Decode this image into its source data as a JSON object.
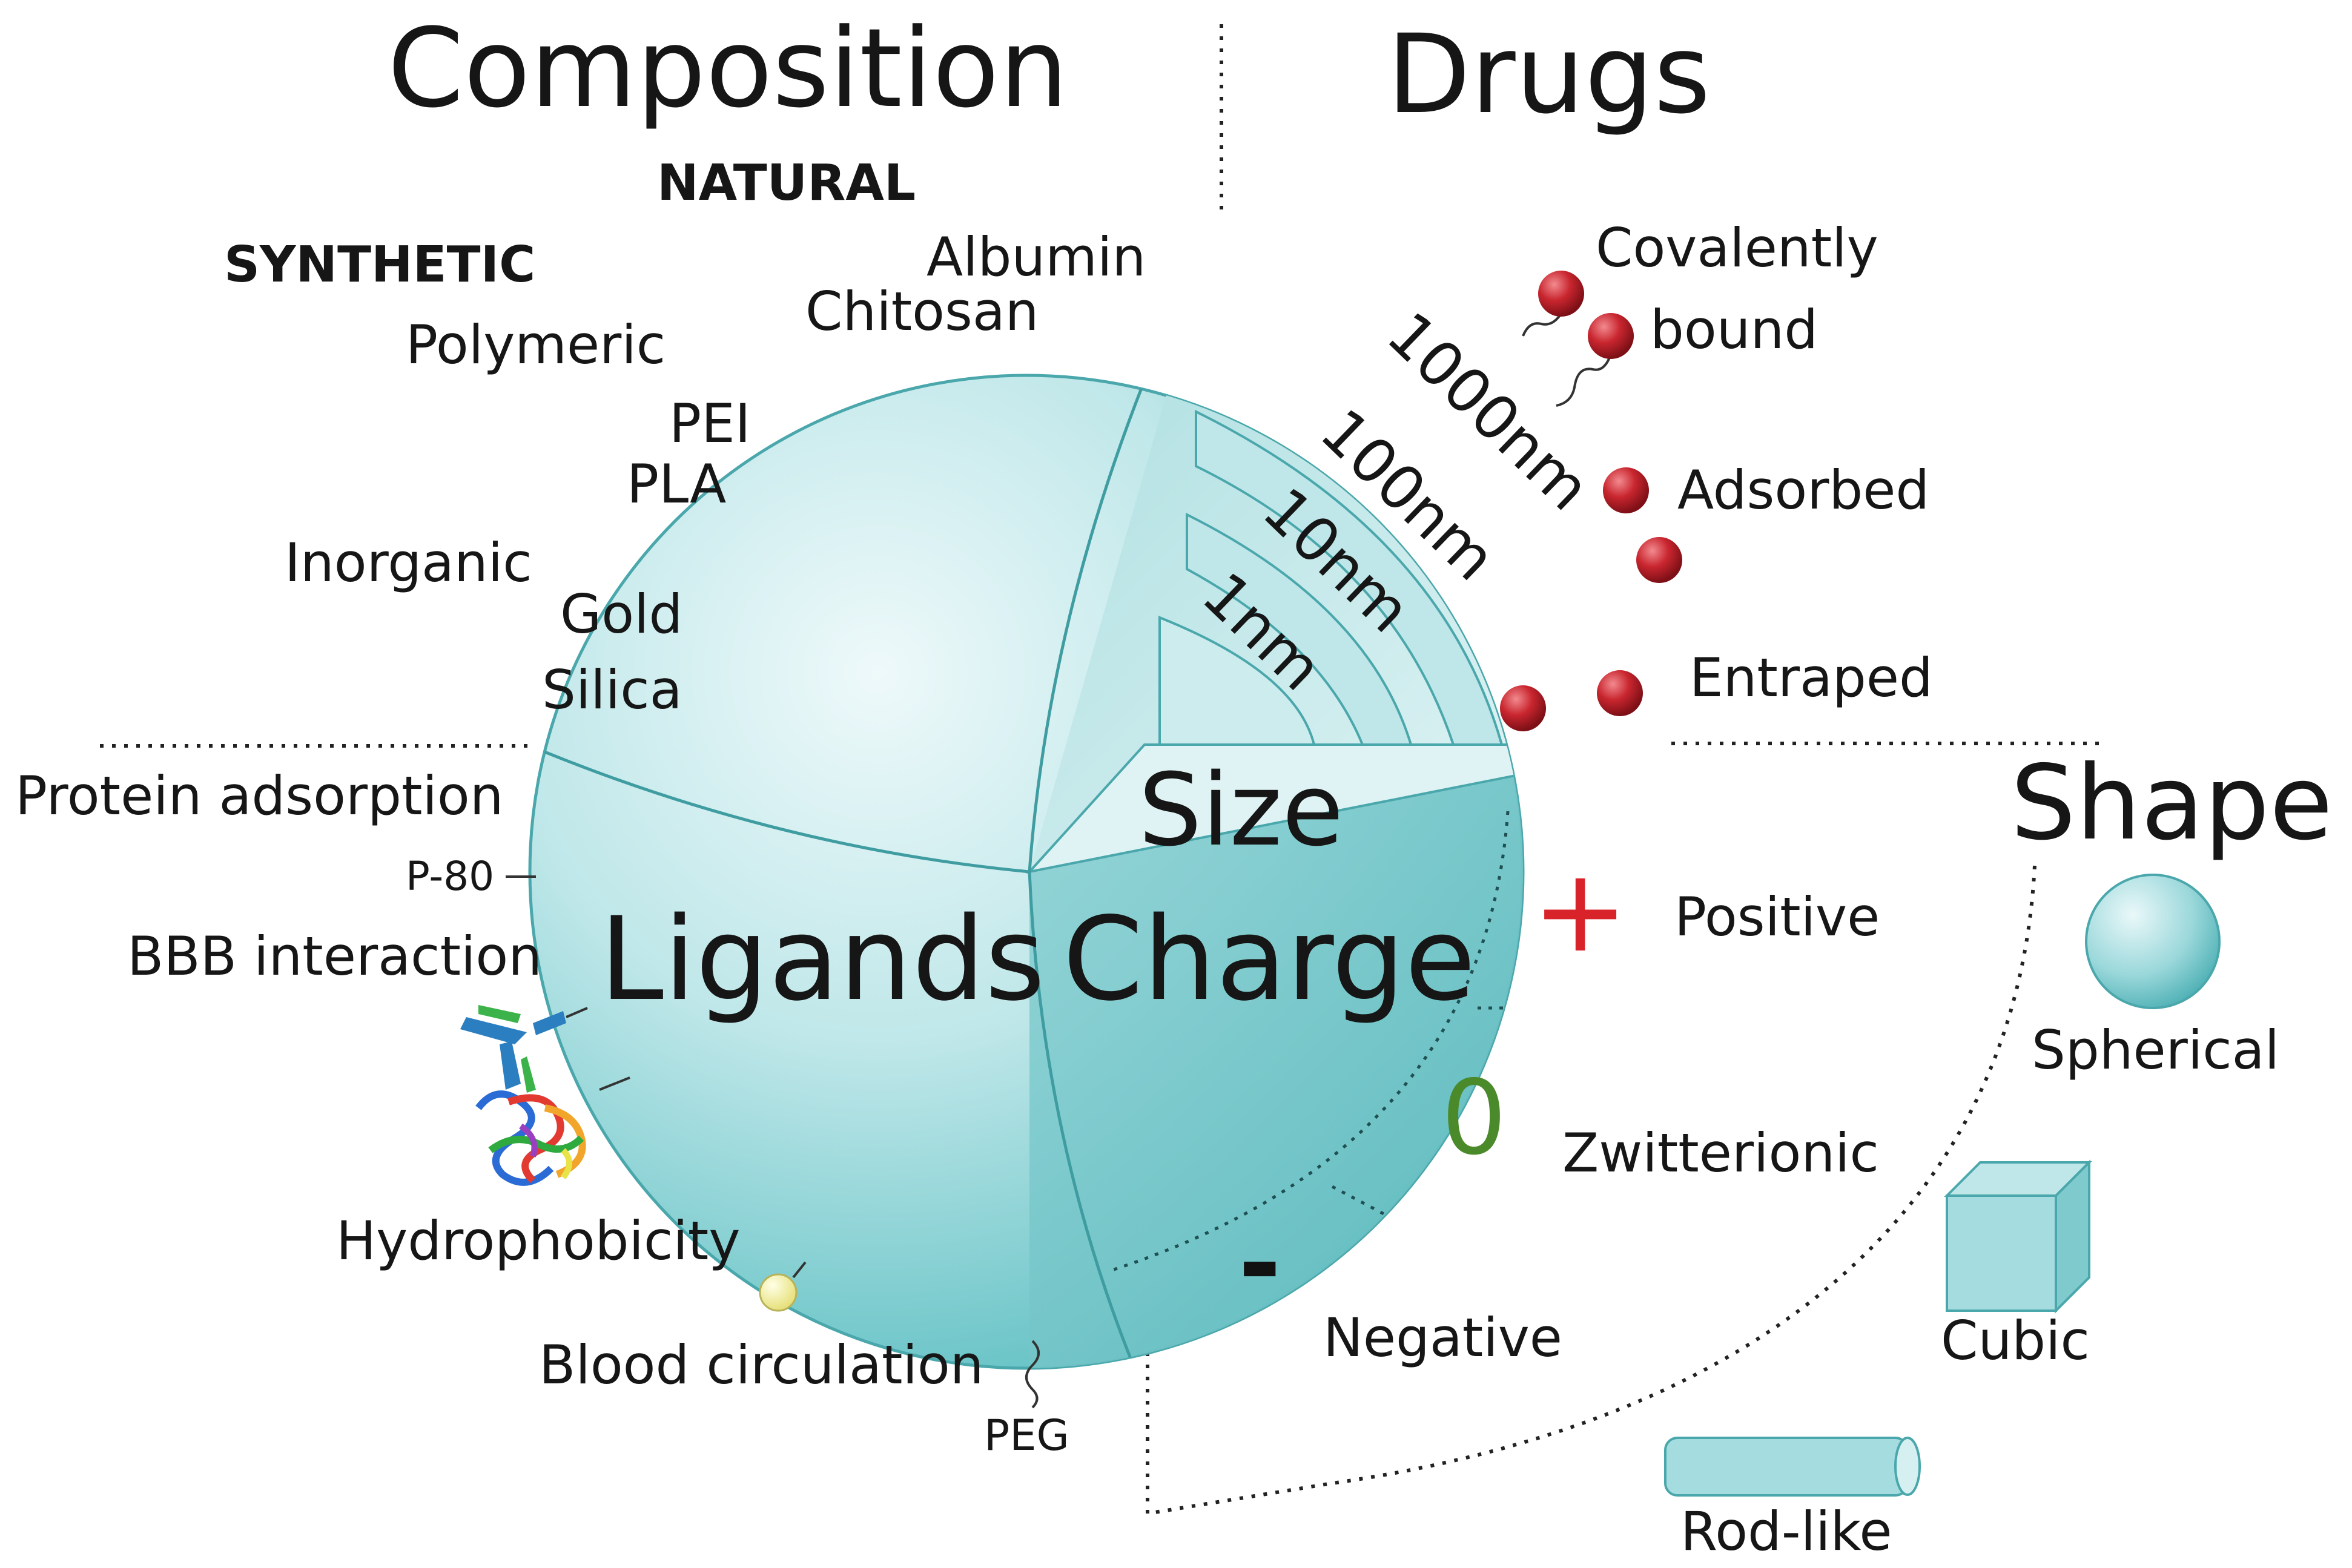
{
  "sections": {
    "composition": "Composition",
    "drugs": "Drugs",
    "size": "Size",
    "shape": "Shape",
    "ligands": "Ligands",
    "charge": "Charge"
  },
  "composition": {
    "natural": "NATURAL",
    "synthetic": "SYNTHETIC",
    "albumin": "Albumin",
    "chitosan": "Chitosan",
    "polymeric": "Polymeric",
    "pei": "PEI",
    "pla": "PLA",
    "inorganic": "Inorganic",
    "gold": "Gold",
    "silica": "Silica"
  },
  "drugs": {
    "covalently": "Covalently",
    "bound": "bound",
    "adsorbed": "Adsorbed",
    "entraped": "Entraped"
  },
  "size": {
    "s1000": "1000nm",
    "s100": "100nm",
    "s10": "10nm",
    "s1": "1nm"
  },
  "ligands": {
    "protein_adsorption": "Protein adsorption",
    "p80": "P-80",
    "bbb": "BBB interaction",
    "hydrophobicity": "Hydrophobicity",
    "blood_circulation": "Blood circulation",
    "peg": "PEG"
  },
  "charge": {
    "plus": "+",
    "zero": "0",
    "minus": "-",
    "positive": "Positive",
    "zwitterionic": "Zwitterionic",
    "negative": "Negative"
  },
  "shape": {
    "spherical": "Spherical",
    "cubic": "Cubic",
    "rod": "Rod-like"
  },
  "colors": {
    "sphere_light": "#e6f6f7",
    "sphere_mid": "#a9dfe1",
    "sphere_dark": "#5fbfc2",
    "drug_red": "#c5262f",
    "plus_red": "#d8232a",
    "zero_green": "#4b8a2a"
  }
}
